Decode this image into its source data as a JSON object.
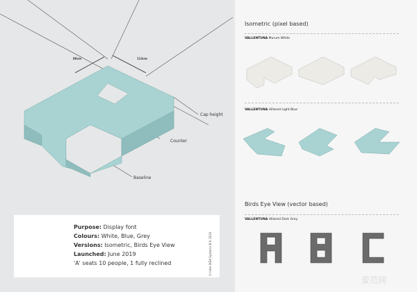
{
  "diagram": {
    "dim1": "80cm",
    "dim2": "113cm",
    "labels": [
      "Cap height",
      "Counter",
      "Baseline"
    ]
  },
  "info": {
    "rows": [
      {
        "k": "Purpose:",
        "v": " Display font"
      },
      {
        "k": "Colours:",
        "v": " White, Blue, Grey"
      },
      {
        "k": "Versions:",
        "v": " Isometric, Birds Eye View"
      },
      {
        "k": "Launched:",
        "v": " June 2019"
      },
      {
        "k": "",
        "v": "'A' seats 10 people, 1 fully reclined"
      }
    ],
    "copyright": "© Inter IKEA Systems B.V. 2019"
  },
  "right": {
    "iso_title": "Isometric (pixel based)",
    "white": {
      "brand": "VALLENTUNA",
      "name": " Murum White"
    },
    "blue": {
      "brand": "VALLENTUNA",
      "name": " Hillared Light Blue"
    },
    "birds_title": "Birds Eye View (vector based)",
    "grey": {
      "brand": "VALLENTUNA",
      "name": " Hillared Dark Grey"
    }
  },
  "colors": {
    "white": "#ecebe6",
    "blue": "#a9d3d3",
    "grey": "#6b6b6b"
  },
  "watermark": "爱范网"
}
